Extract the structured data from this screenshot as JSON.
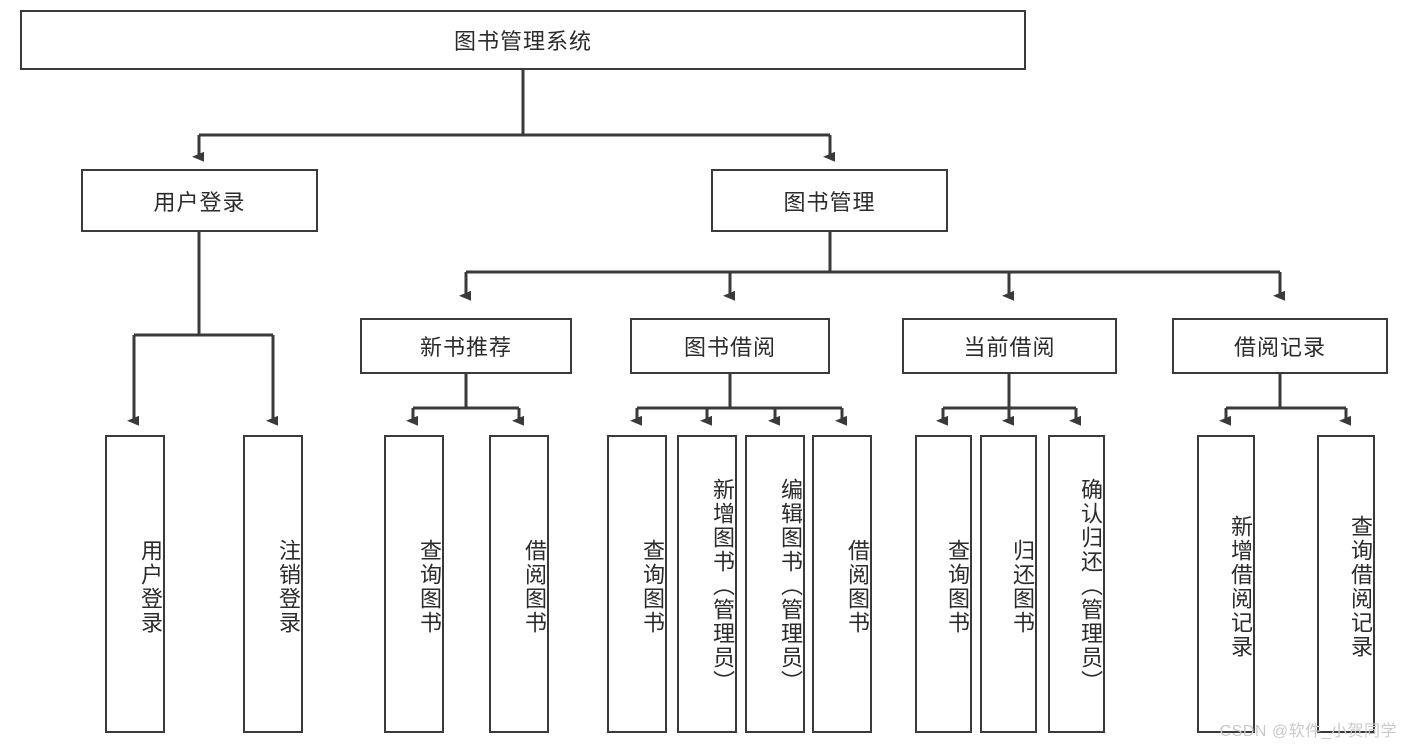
{
  "diagram": {
    "title": "图书管理系统",
    "type": "hierarchy-tree",
    "root": {
      "label": "图书管理系统"
    },
    "level2": [
      {
        "label": "用户登录"
      },
      {
        "label": "图书管理"
      }
    ],
    "level3": [
      {
        "label": "新书推荐"
      },
      {
        "label": "图书借阅"
      },
      {
        "label": "当前借阅"
      },
      {
        "label": "借阅记录"
      }
    ],
    "leaves": {
      "user_login": [
        {
          "label": "用户登录"
        },
        {
          "label": "注销登录"
        }
      ],
      "new_book_recommend": [
        {
          "label": "查询图书"
        },
        {
          "label": "借阅图书"
        }
      ],
      "book_borrow": [
        {
          "label": "查询图书"
        },
        {
          "label": "新增图书（管理员）"
        },
        {
          "label": "编辑图书（管理员）"
        },
        {
          "label": "借阅图书"
        }
      ],
      "current_borrow": [
        {
          "label": "查询图书"
        },
        {
          "label": "归还图书"
        },
        {
          "label": "确认归还（管理员）"
        }
      ],
      "borrow_record": [
        {
          "label": "新增借阅记录"
        },
        {
          "label": "查询借阅记录"
        }
      ]
    }
  },
  "watermark": {
    "text": "CSDN @软件_小贺同学"
  },
  "colors": {
    "border": "#3a3a3a",
    "text": "#2b2b2b",
    "background": "#ffffff",
    "watermark": "#c9c9c9"
  }
}
